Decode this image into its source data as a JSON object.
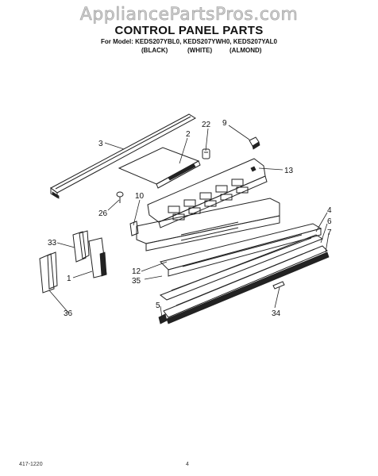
{
  "watermark": "AppliancePartsPros.com",
  "header": {
    "title": "CONTROL PANEL PARTS",
    "model_line": "For Model: KEDS207YBL0, KEDS207YWH0, KEDS207YAL0",
    "colors": [
      "(BLACK)",
      "(WHITE)",
      "(ALMOND)"
    ]
  },
  "callouts": [
    "3",
    "2",
    "22",
    "9",
    "13",
    "10",
    "26",
    "4",
    "6",
    "7",
    "33",
    "12",
    "35",
    "1",
    "5",
    "34",
    "36"
  ],
  "footer": {
    "left_code": "417-1220",
    "page_number": "4"
  }
}
